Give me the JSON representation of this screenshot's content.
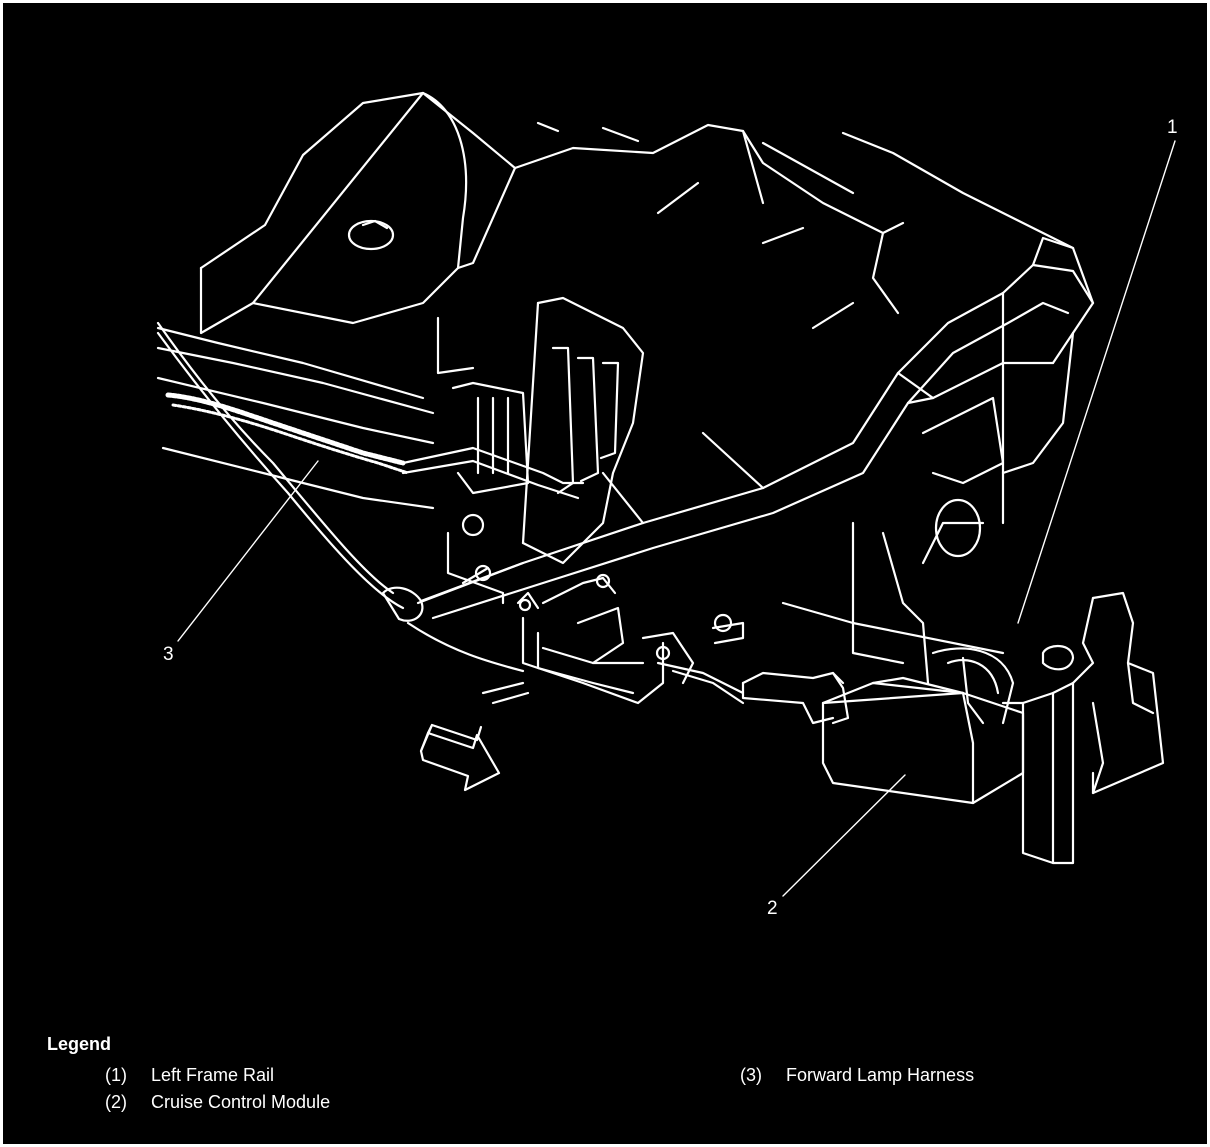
{
  "callouts": [
    {
      "id": "1",
      "label": "1"
    },
    {
      "id": "2",
      "label": "2"
    },
    {
      "id": "3",
      "label": "3"
    }
  ],
  "legend": {
    "title": "Legend",
    "items": [
      {
        "number": "(1)",
        "label": "Left Frame Rail"
      },
      {
        "number": "(2)",
        "label": "Cruise Control Module"
      },
      {
        "number": "(3)",
        "label": "Forward Lamp Harness"
      }
    ]
  },
  "colors": {
    "background": "#000000",
    "line": "#ffffff",
    "page": "#ffffff"
  }
}
